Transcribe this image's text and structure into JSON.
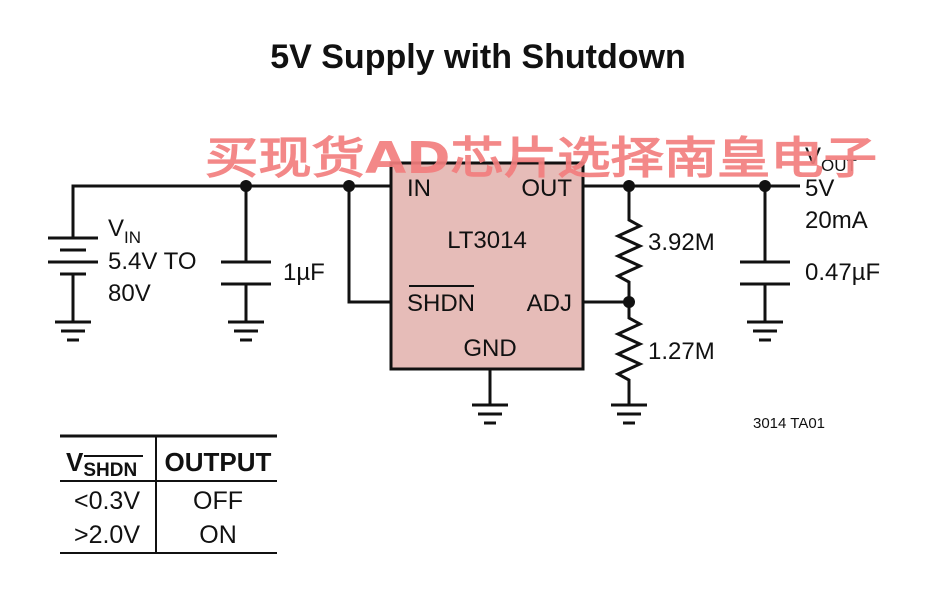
{
  "title": "5V Supply with Shutdown",
  "watermark": "买现货AD芯片选择南皇电子",
  "ic": {
    "name": "LT3014",
    "fill": "#e6bcb8",
    "pins": {
      "in": "IN",
      "out": "OUT",
      "shdn": "SHDN",
      "adj": "ADJ",
      "gnd": "GND"
    }
  },
  "vin": {
    "symbol": "V",
    "subscript": "IN",
    "range_line1": "5.4V TO",
    "range_line2": "80V"
  },
  "cin": {
    "value": "1µF"
  },
  "r1": {
    "value": "3.92M"
  },
  "r2": {
    "value": "1.27M"
  },
  "vout": {
    "symbol": "V",
    "subscript": "OUT",
    "voltage": "5V",
    "current": "20mA"
  },
  "cout": {
    "value": "0.47µF"
  },
  "figure_id": "3014 TA01",
  "table": {
    "header_left_symbol": "V",
    "header_left_subscript": "SHDN",
    "header_right": "OUTPUT",
    "rows": [
      {
        "vshdn": "<0.3V",
        "output": "OFF"
      },
      {
        "vshdn": ">2.0V",
        "output": "ON"
      }
    ]
  }
}
